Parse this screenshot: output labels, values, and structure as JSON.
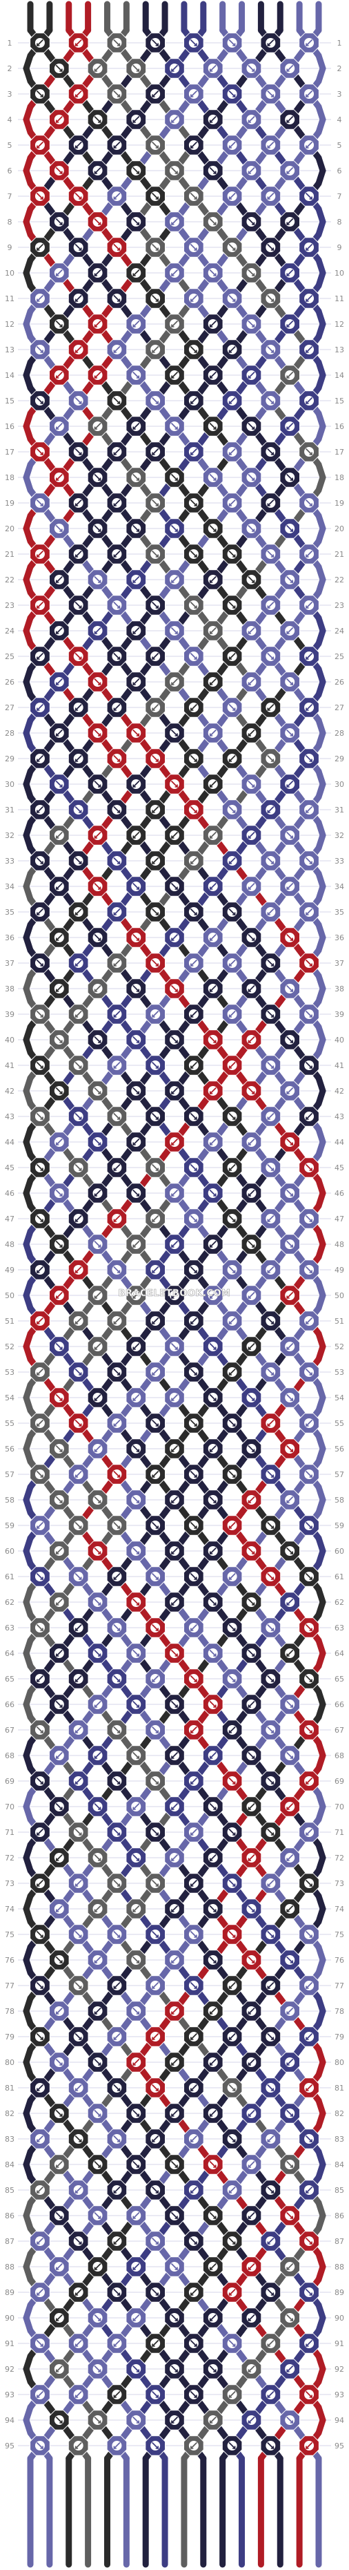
{
  "pattern": {
    "rows": 95,
    "strings": 16,
    "watermark": "BRACELETBOOK.COM",
    "colors": {
      "A": "#2b2b2b",
      "B": "#b01c25",
      "C": "#5e5e5e",
      "D": "#22213f",
      "E": "#3d3d83",
      "F": "#6767a9",
      "line": "#d6d6e8",
      "arrow": "#ffffff"
    },
    "initial_strings": [
      "A",
      "A",
      "B",
      "B",
      "C",
      "C",
      "D",
      "D",
      "E",
      "E",
      "F",
      "F",
      "D",
      "D",
      "F",
      "F"
    ]
  }
}
